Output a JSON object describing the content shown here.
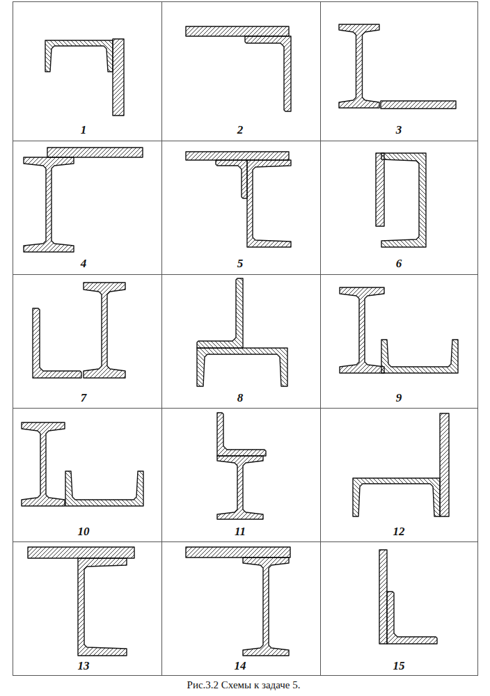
{
  "diagram": {
    "caption": "Рис.3.2 Схемы к задаче 5.",
    "labels": [
      "1",
      "2",
      "3",
      "4",
      "5",
      "6",
      "7",
      "8",
      "9",
      "10",
      "11",
      "12",
      "13",
      "14",
      "15"
    ]
  }
}
